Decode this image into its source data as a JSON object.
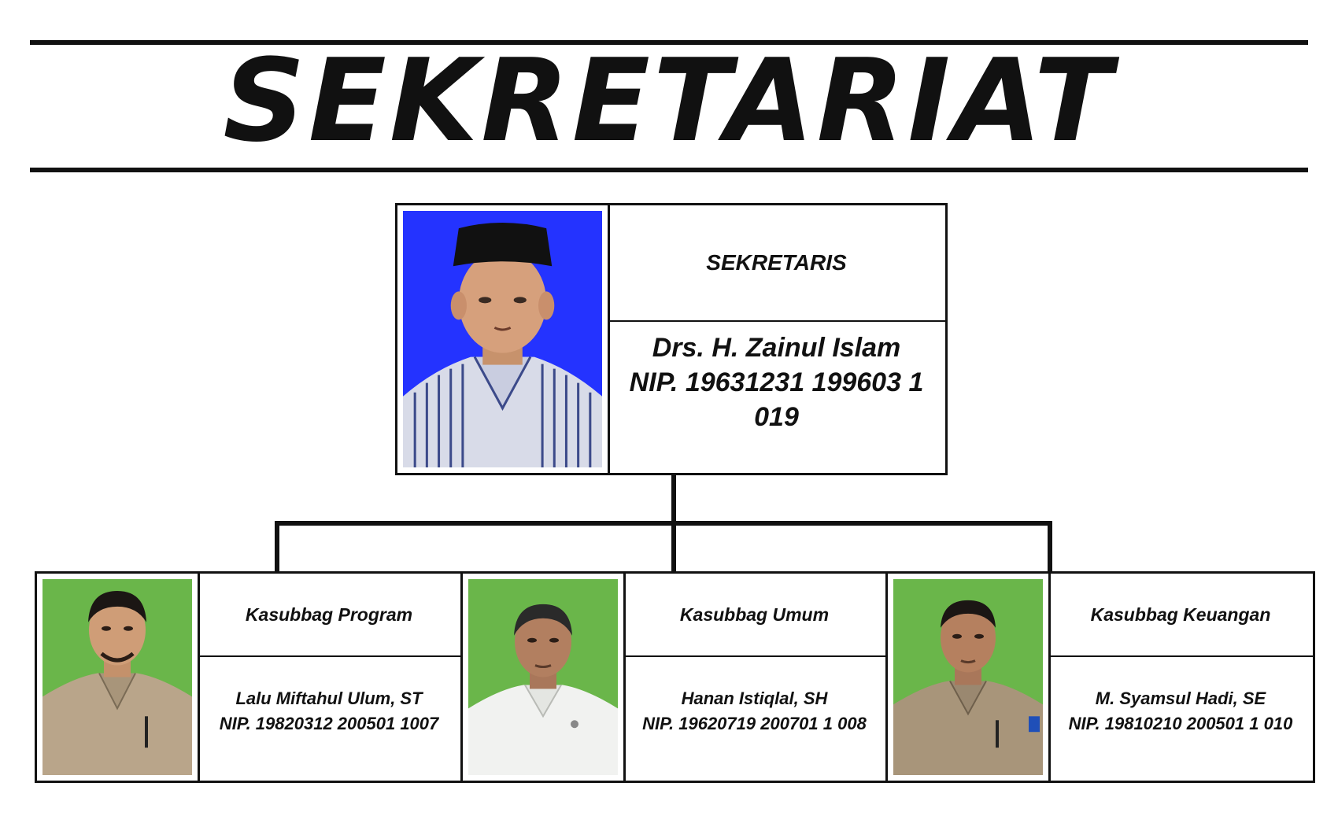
{
  "title": "SEKRETARIAT",
  "colors": {
    "head_photo_bg": "#2433ff",
    "sub_photo_bg": "#6ab64a",
    "line": "#111111"
  },
  "head": {
    "role": "SEKRETARIS",
    "name": "Drs. H. Zainul Islam",
    "nip": "NIP. 19631231 199603 1 019"
  },
  "subs": [
    {
      "role": "Kasubbag Program",
      "name": "Lalu Miftahul Ulum, ST",
      "nip": "NIP. 19820312 200501 1007"
    },
    {
      "role": "Kasubbag Umum",
      "name": "Hanan Istiqlal, SH",
      "nip": "NIP. 19620719 200701 1 008"
    },
    {
      "role": "Kasubbag Keuangan",
      "name": "M. Syamsul Hadi, SE",
      "nip": "NIP. 19810210 200501 1 010"
    }
  ]
}
